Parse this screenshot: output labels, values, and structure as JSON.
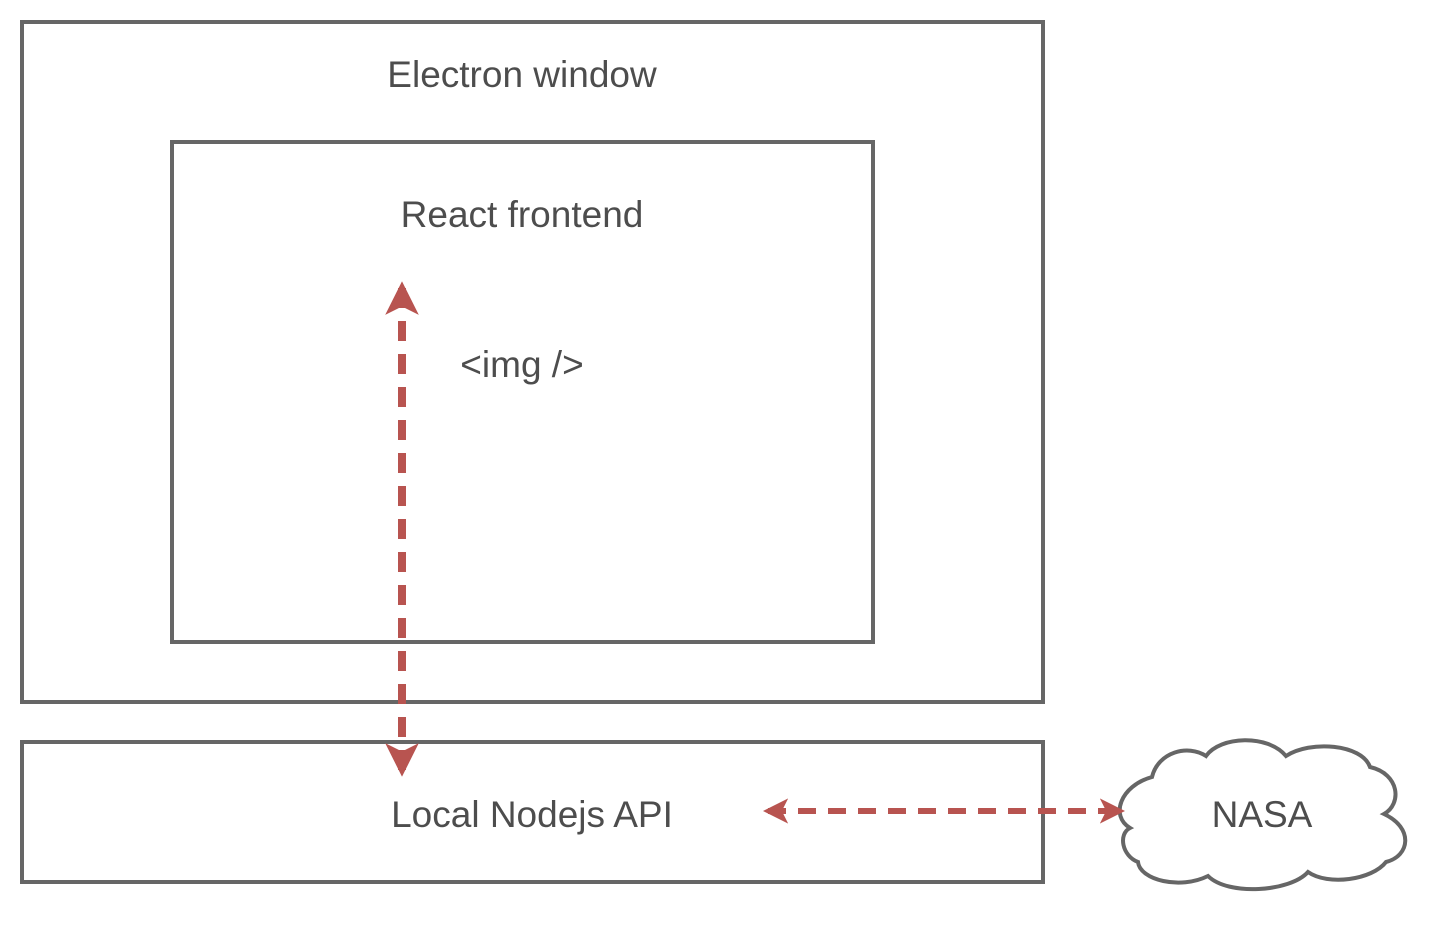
{
  "labels": {
    "electron_window": "Electron window",
    "react_frontend": "React frontend",
    "img_tag": "<img />",
    "local_api": "Local Nodejs API",
    "nasa": "NASA"
  },
  "colors": {
    "box_stroke": "#666666",
    "arrow": "#b85450",
    "text": "#4d4d4d",
    "background": "#ffffff"
  },
  "edges": [
    {
      "from": "react-frontend",
      "to": "local-nodejs-api",
      "style": "dashed",
      "direction": "both"
    },
    {
      "from": "local-nodejs-api",
      "to": "nasa-cloud",
      "style": "dashed",
      "direction": "both"
    }
  ]
}
